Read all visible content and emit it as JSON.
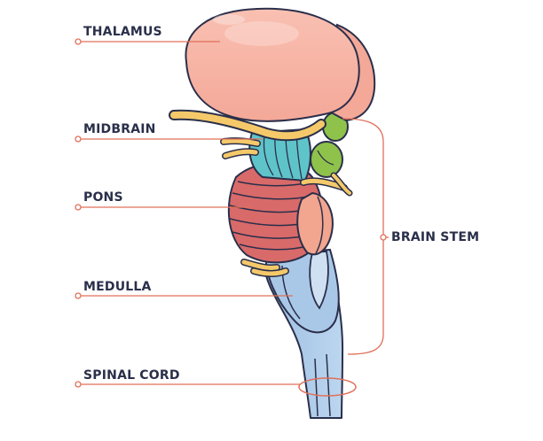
{
  "labels": {
    "thalamus": "THALAMUS",
    "midbrain": "MIDBRAIN",
    "pons": "PONS",
    "medulla": "MEDULLA",
    "spinal_cord": "SPINAL CORD",
    "brain_stem": "BRAIN STEM"
  },
  "colors": {
    "outline": "#2a2f4a",
    "leader_line": "#e0705a",
    "thalamus": "#f7b5a6",
    "midbrain": "#5fc4c9",
    "pons": "#d96a6a",
    "medulla": "#a9c8e8",
    "cranial_nerves": "#f5c96a",
    "nuclei": "#8fc24a"
  }
}
